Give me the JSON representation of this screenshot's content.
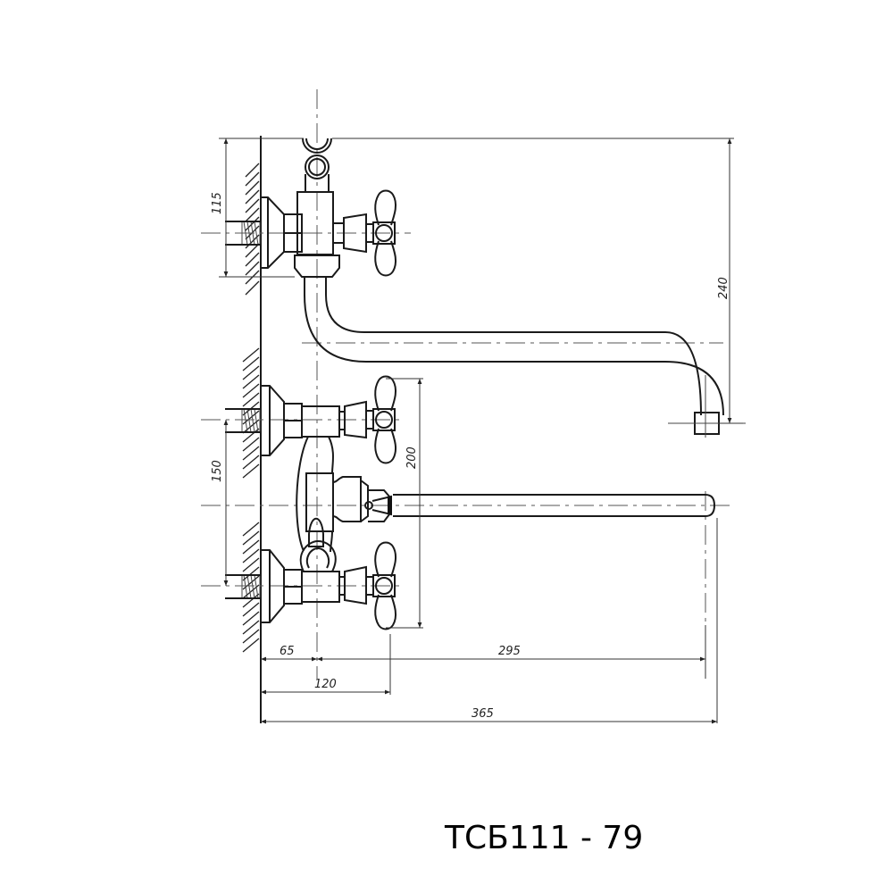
{
  "title": "ТСБ111 - 79",
  "drawing": {
    "subject": "wall-mounted bath/shower mixer with long spout",
    "colors": {
      "line": "#1a1a1a",
      "background": "#ffffff"
    }
  },
  "dimensions": {
    "top_valve_height": "115",
    "spout_drop": "240",
    "inlet_spacing": "150",
    "handle_span": "200",
    "wall_to_axis": "65",
    "wall_to_handle": "120",
    "axis_to_spout_end": "295",
    "total_length": "365"
  }
}
